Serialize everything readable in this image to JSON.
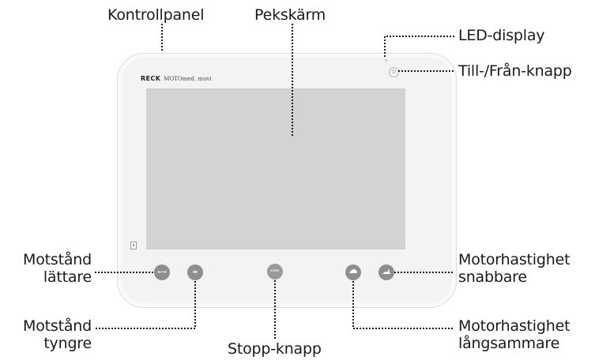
{
  "labels": {
    "kontrollpanel": "Kontrollpanel",
    "pekskarm": "Pekskärm",
    "led_display": "LED-display",
    "till_fran": "Till-/Från-knapp",
    "motstand_lattare": [
      "Motstånd",
      "lättare"
    ],
    "motstand_tyngre": [
      "Motstånd",
      "tyngre"
    ],
    "stopp_knapp": "Stopp-knapp",
    "motor_snabbare": [
      "Motorhastighet",
      "snabbare"
    ],
    "motor_langsammare": [
      "Motorhastighet",
      "långsammare"
    ]
  },
  "device": {
    "brand": "RECK",
    "model": "MOTOmed. muvi",
    "stop_label": "STOP"
  },
  "icons": {
    "power": "power-icon",
    "resistance_lighter": "arrows-apart-icon",
    "resistance_heavier": "arrows-together-icon",
    "stop": "stop-icon",
    "speed_slower": "turtle-icon",
    "speed_faster": "hare-icon",
    "usb": "usb-port-icon"
  },
  "colors": {
    "device_body": "#f3f3f3",
    "screen": "#d3d3d3",
    "button": "#8e8e8e",
    "leader": "#1a1a1a"
  }
}
